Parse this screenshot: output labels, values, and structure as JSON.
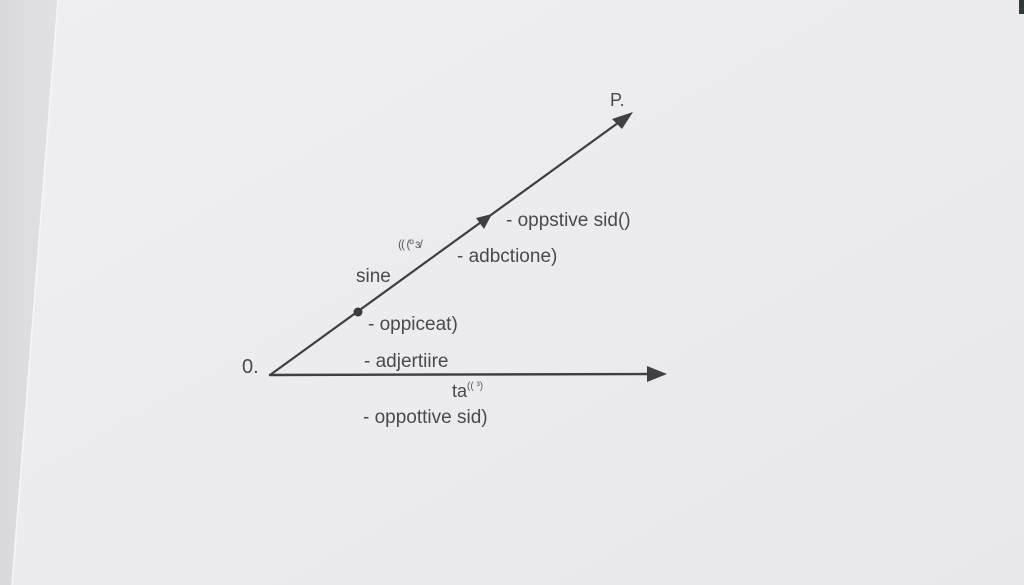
{
  "diagram": {
    "type": "right-triangle-trig-sketch",
    "colors": {
      "background": "#dcdcdf",
      "paper": "#ececef",
      "line": "#3f3f44",
      "text": "#4a4a4e"
    },
    "points": {
      "origin_label": "0.",
      "top_label": "P."
    },
    "angle_label": {
      "main": "sine",
      "superscript": "(( (º ɜ/"
    },
    "tan_label": {
      "main": "ta",
      "superscript": "(( ³)"
    },
    "annotations": [
      "- oppstive sid()",
      "- adbctione)",
      "- oppiceat)",
      "- adjertiire",
      "- oppottive sid)"
    ]
  }
}
